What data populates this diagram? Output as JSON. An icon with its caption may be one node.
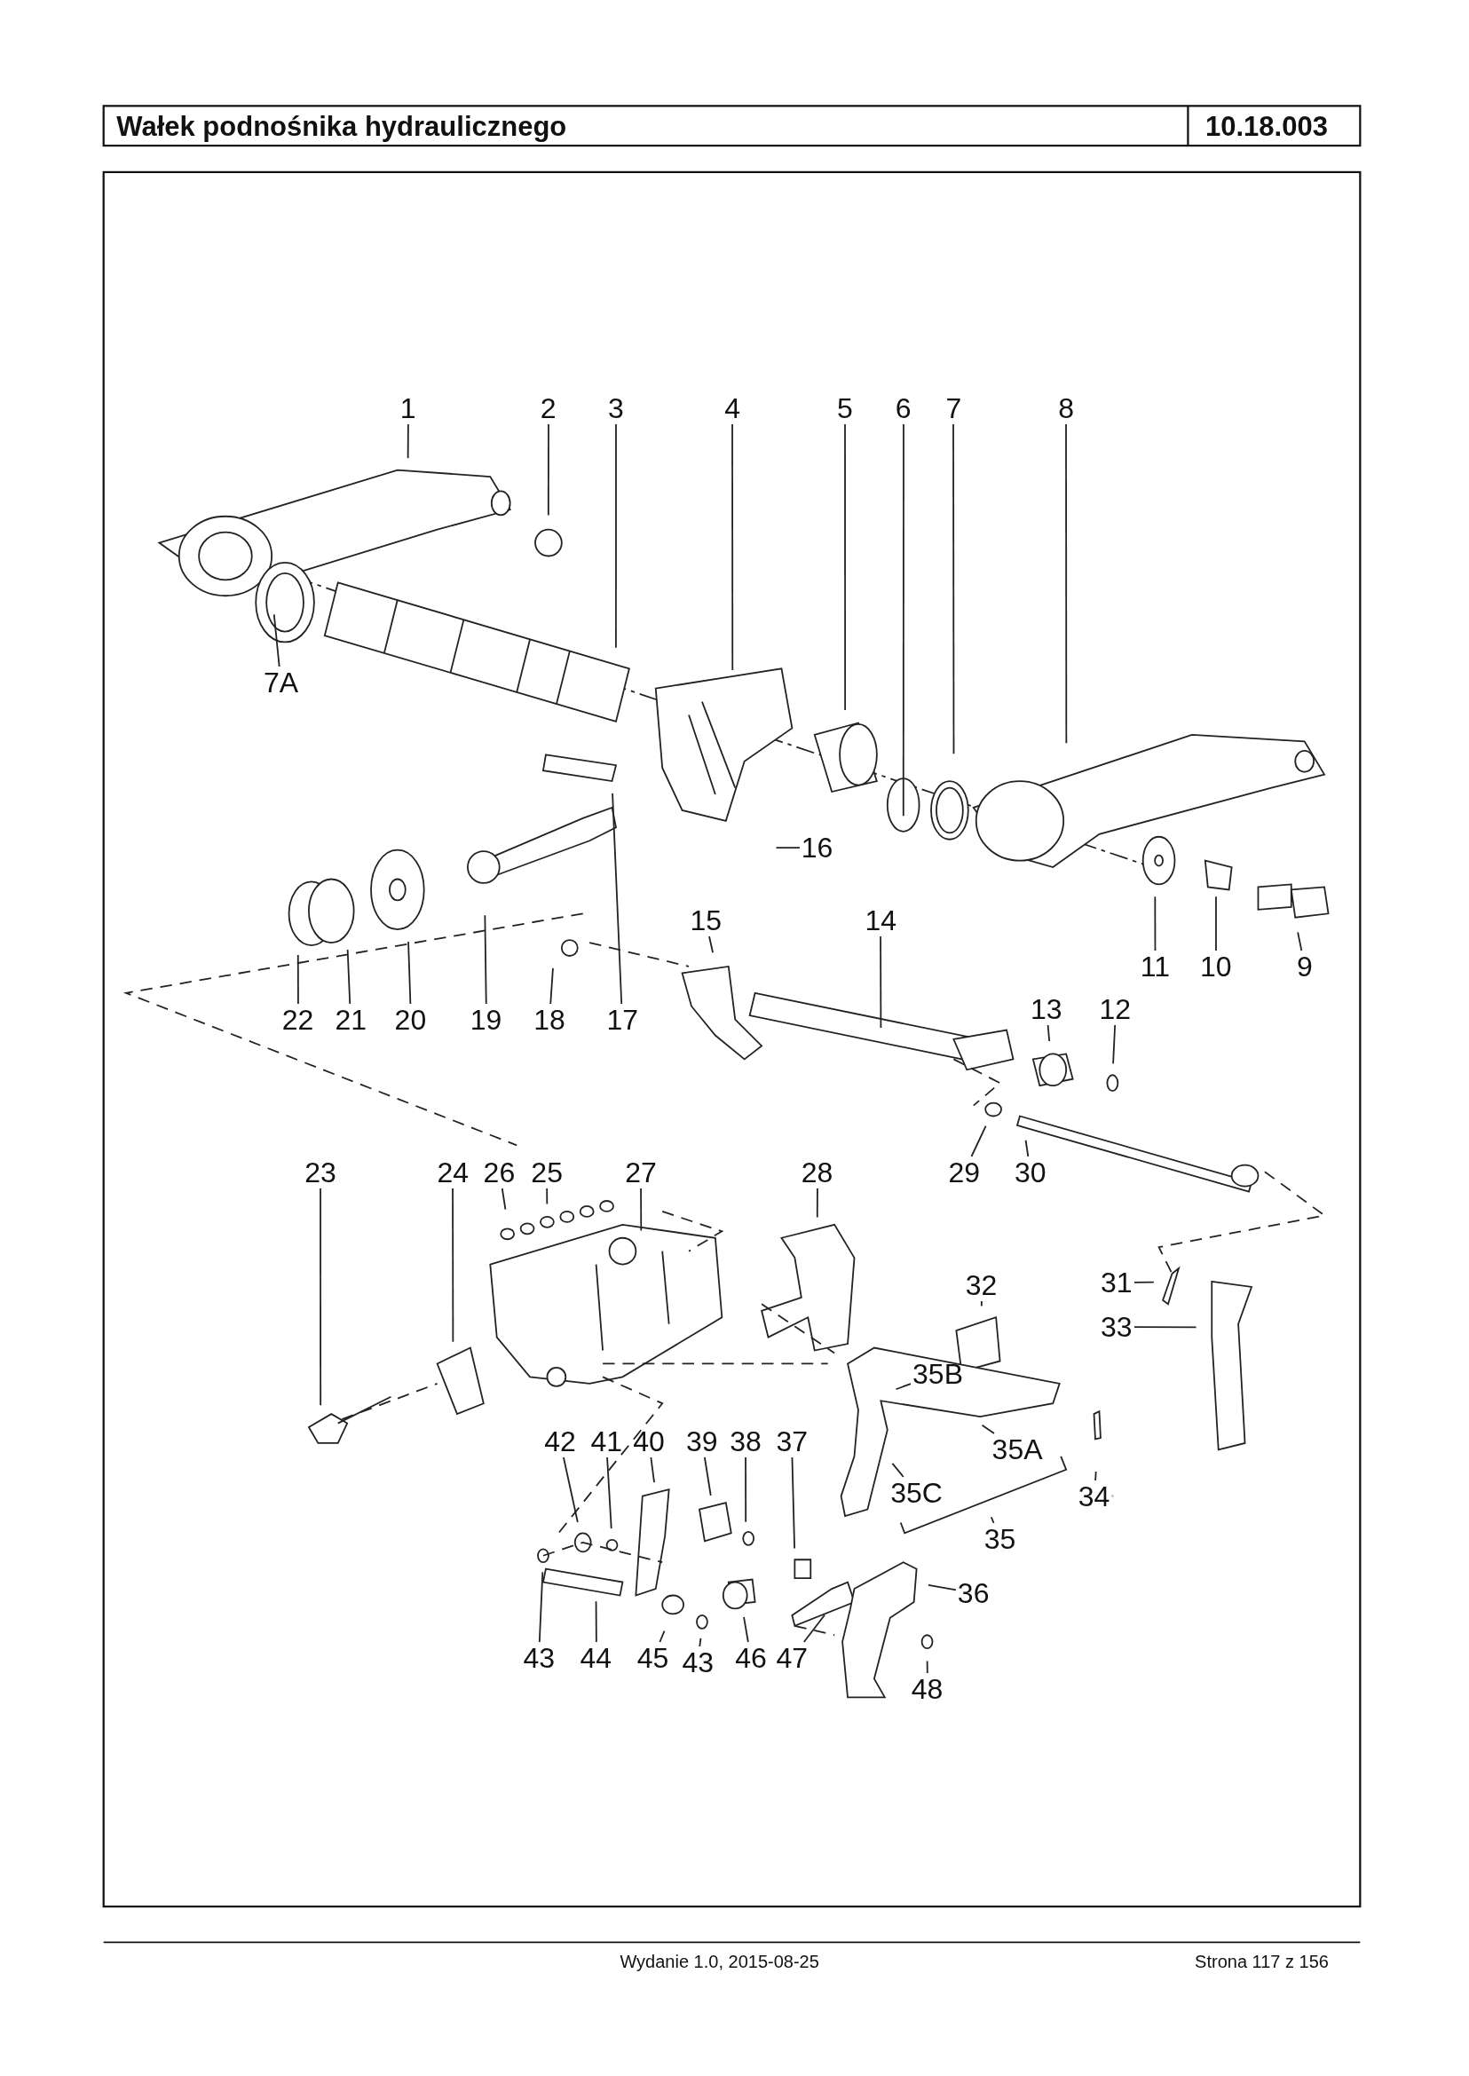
{
  "diagram": {
    "title": "Wałek podnośnika hydraulicznego",
    "nodes": [
      {
        "text": [
          "1"
        ]
      },
      {
        "text": [
          "2"
        ]
      },
      {
        "text": [
          "3"
        ]
      },
      {
        "text": [
          "4"
        ]
      },
      {
        "text": [
          "5"
        ]
      },
      {
        "text": [
          "6"
        ]
      },
      {
        "text": [
          "7"
        ]
      },
      {
        "text": [
          "8"
        ]
      },
      {
        "text": [
          "7A"
        ]
      },
      {
        "text": [
          "16"
        ]
      },
      {
        "text": [
          "15"
        ]
      },
      {
        "text": [
          "14"
        ]
      },
      {
        "text": [
          "11"
        ]
      },
      {
        "text": [
          "10"
        ]
      },
      {
        "text": [
          "9"
        ]
      },
      {
        "text": [
          "22"
        ]
      },
      {
        "text": [
          "21"
        ]
      },
      {
        "text": [
          "20"
        ]
      },
      {
        "text": [
          "19"
        ]
      },
      {
        "text": [
          "18"
        ]
      },
      {
        "text": [
          "17"
        ]
      },
      {
        "text": [
          "13"
        ]
      },
      {
        "text": [
          "12"
        ]
      },
      {
        "text": [
          "29"
        ]
      },
      {
        "text": [
          "30"
        ]
      },
      {
        "text": [
          "23"
        ]
      },
      {
        "text": [
          "24"
        ]
      },
      {
        "text": [
          "26"
        ]
      },
      {
        "text": [
          "25"
        ]
      },
      {
        "text": [
          "27"
        ]
      },
      {
        "text": [
          "28"
        ]
      },
      {
        "text": [
          "32"
        ]
      },
      {
        "text": [
          "31"
        ]
      },
      {
        "text": [
          "33"
        ]
      },
      {
        "text": [
          "35B"
        ]
      },
      {
        "text": [
          "35A"
        ]
      },
      {
        "text": [
          "35C"
        ]
      },
      {
        "text": [
          "34"
        ]
      },
      {
        "text": [
          "35"
        ]
      },
      {
        "text": [
          "42"
        ]
      },
      {
        "text": [
          "41"
        ]
      },
      {
        "text": [
          "40"
        ]
      },
      {
        "text": [
          "39"
        ]
      },
      {
        "text": [
          "38"
        ]
      },
      {
        "text": [
          "37"
        ]
      },
      {
        "text": [
          "36"
        ]
      },
      {
        "text": [
          "43"
        ]
      },
      {
        "text": [
          "44"
        ]
      },
      {
        "text": [
          "45"
        ]
      },
      {
        "text": [
          "43"
        ]
      },
      {
        "text": [
          "46"
        ]
      },
      {
        "text": [
          "47"
        ]
      },
      {
        "text": [
          "48"
        ]
      }
    ],
    "edges": [
      {
        "from": 0,
        "to": null,
        "arrow": "none"
      },
      {
        "from": 1,
        "to": null,
        "arrow": "none"
      },
      {
        "from": 2,
        "to": null,
        "arrow": "none"
      },
      {
        "from": 3,
        "to": null,
        "arrow": "none"
      },
      {
        "from": 4,
        "to": null,
        "arrow": "none"
      },
      {
        "from": 5,
        "to": null,
        "arrow": "none"
      },
      {
        "from": 6,
        "to": null,
        "arrow": "none"
      },
      {
        "from": 7,
        "to": null,
        "arrow": "none"
      },
      {
        "from": 8,
        "to": null,
        "arrow": "none"
      },
      {
        "from": 9,
        "to": null,
        "arrow": "none"
      },
      {
        "from": 10,
        "to": null,
        "arrow": "none"
      },
      {
        "from": 11,
        "to": null,
        "arrow": "none"
      },
      {
        "from": 12,
        "to": null,
        "arrow": "none"
      },
      {
        "from": 13,
        "to": null,
        "arrow": "none"
      },
      {
        "from": 14,
        "to": null,
        "arrow": "none"
      },
      {
        "from": 15,
        "to": null,
        "arrow": "none"
      },
      {
        "from": 16,
        "to": null,
        "arrow": "none"
      },
      {
        "from": 17,
        "to": null,
        "arrow": "none"
      },
      {
        "from": 18,
        "to": null,
        "arrow": "none"
      },
      {
        "from": 19,
        "to": null,
        "arrow": "none"
      },
      {
        "from": 20,
        "to": null,
        "arrow": "none"
      },
      {
        "from": 21,
        "to": null,
        "arrow": "none"
      },
      {
        "from": 22,
        "to": null,
        "arrow": "none"
      },
      {
        "from": 23,
        "to": null,
        "arrow": "none"
      },
      {
        "from": 24,
        "to": null,
        "arrow": "none"
      },
      {
        "from": 25,
        "to": null,
        "arrow": "none"
      },
      {
        "from": 26,
        "to": null,
        "arrow": "none"
      },
      {
        "from": 27,
        "to": null,
        "arrow": "none"
      },
      {
        "from": 28,
        "to": null,
        "arrow": "none"
      },
      {
        "from": 29,
        "to": null,
        "arrow": "none"
      },
      {
        "from": 30,
        "to": null,
        "arrow": "none"
      },
      {
        "from": 31,
        "to": null,
        "arrow": "none"
      },
      {
        "from": 32,
        "to": null,
        "arrow": "none"
      },
      {
        "from": 33,
        "to": null,
        "arrow": "none"
      },
      {
        "from": 34,
        "to": null,
        "arrow": "none"
      },
      {
        "from": 35,
        "to": null,
        "arrow": "none"
      },
      {
        "from": 36,
        "to": null,
        "arrow": "none"
      },
      {
        "from": 37,
        "to": null,
        "arrow": "none"
      },
      {
        "from": 38,
        "to": null,
        "arrow": "none"
      },
      {
        "from": 39,
        "to": null,
        "arrow": "none"
      },
      {
        "from": 40,
        "to": null,
        "arrow": "none"
      },
      {
        "from": 41,
        "to": null,
        "arrow": "none"
      },
      {
        "from": 42,
        "to": null,
        "arrow": "none"
      },
      {
        "from": 43,
        "to": null,
        "arrow": "none"
      },
      {
        "from": 44,
        "to": null,
        "arrow": "none"
      },
      {
        "from": 45,
        "to": null,
        "arrow": "none"
      },
      {
        "from": 46,
        "to": null,
        "arrow": "none"
      },
      {
        "from": 47,
        "to": null,
        "arrow": "none"
      },
      {
        "from": 48,
        "to": null,
        "arrow": "none"
      },
      {
        "from": 49,
        "to": null,
        "arrow": "none"
      },
      {
        "from": 50,
        "to": null,
        "arrow": "none"
      },
      {
        "from": 51,
        "to": null,
        "arrow": "none"
      },
      {
        "from": 52,
        "to": null,
        "arrow": "none"
      }
    ],
    "labels": [
      "10.18.003",
      "Wydanie 1.0, 2015-08-25",
      "Strona 117 z 156"
    ]
  }
}
